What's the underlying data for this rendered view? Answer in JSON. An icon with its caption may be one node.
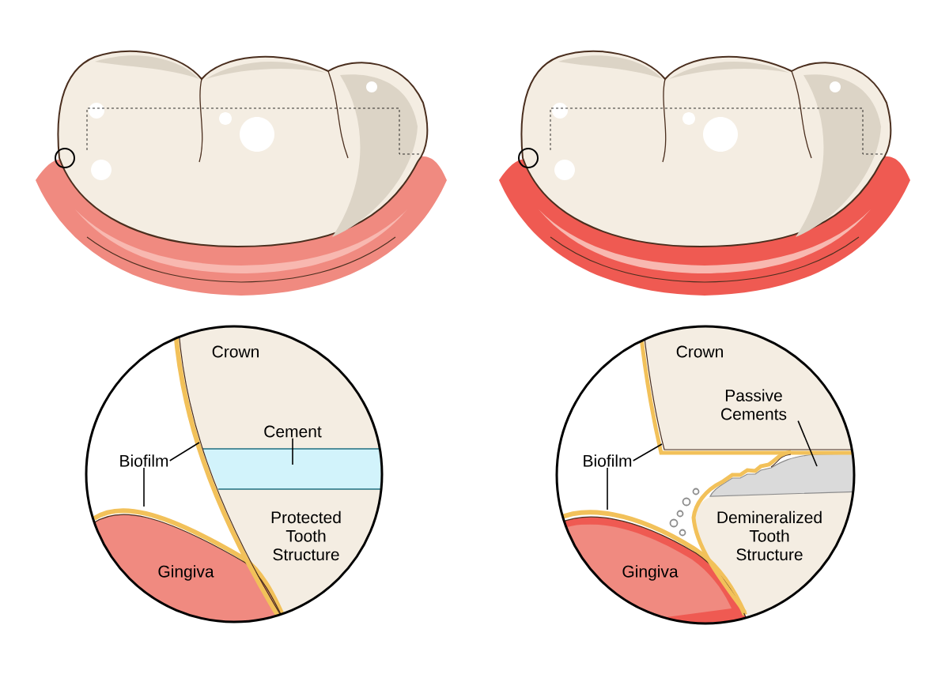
{
  "diagram": {
    "nodes": [
      {
        "text": [
          "Cement"
        ]
      },
      {
        "text": [
          "Biofilm"
        ]
      },
      {
        "text": [
          "Passive Cements"
        ]
      },
      {
        "text": [
          "Biofilm"
        ]
      }
    ],
    "edges": [
      {
        "from": 0,
        "to": null,
        "arrow": "none"
      },
      {
        "from": 1,
        "to": null,
        "arrow": "none"
      },
      {
        "from": 1,
        "to": null,
        "arrow": "none"
      },
      {
        "from": 2,
        "to": null,
        "arrow": "none"
      },
      {
        "from": 3,
        "to": null,
        "arrow": "none"
      },
      {
        "from": 3,
        "to": null,
        "arrow": "none"
      }
    ],
    "labels": [
      "Crown",
      "Protected Tooth Structure",
      "Gingiva",
      "Crown",
      "Demineralized Tooth Structure",
      "Gingiva"
    ]
  }
}
